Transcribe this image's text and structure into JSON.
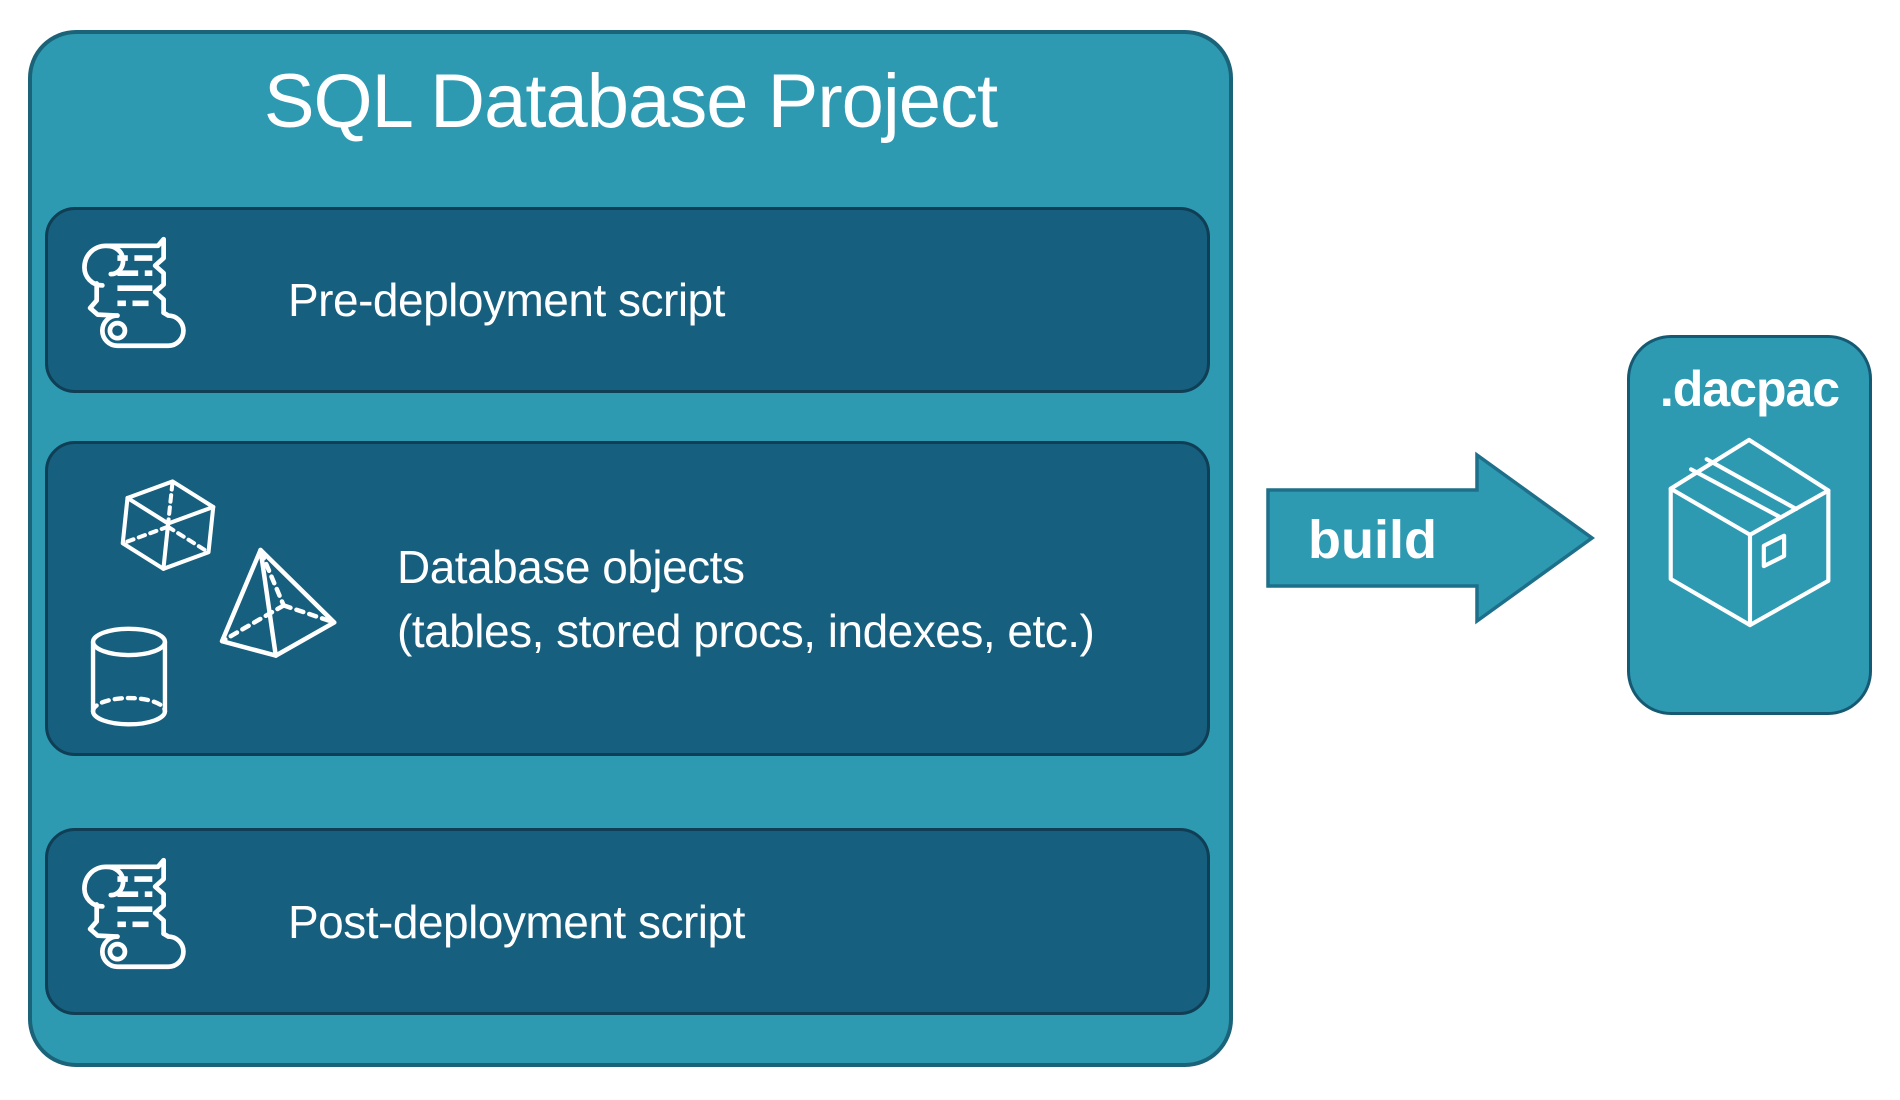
{
  "diagram": {
    "project": {
      "title": "SQL Database Project",
      "items": [
        {
          "label": "Pre-deployment script",
          "icon": "scroll-icon"
        },
        {
          "label": "Database objects",
          "sublabel": "(tables, stored procs, indexes, etc.)",
          "icons": [
            "cube-icon",
            "pyramid-icon",
            "cylinder-icon"
          ]
        },
        {
          "label": "Post-deployment script",
          "icon": "scroll-icon"
        }
      ]
    },
    "arrow": {
      "label": "build"
    },
    "artifact": {
      "label": ".dacpac",
      "icon": "package-icon"
    }
  },
  "colors": {
    "container_fill": "#2E9AB2",
    "container_border": "#1B6379",
    "item_fill": "#165F7E",
    "item_border": "#0F3E55",
    "arrow_fill": "#2E9AB2",
    "arrow_border": "#1E6F89",
    "text": "#FFFFFF",
    "page_background": "#FFFFFF"
  }
}
